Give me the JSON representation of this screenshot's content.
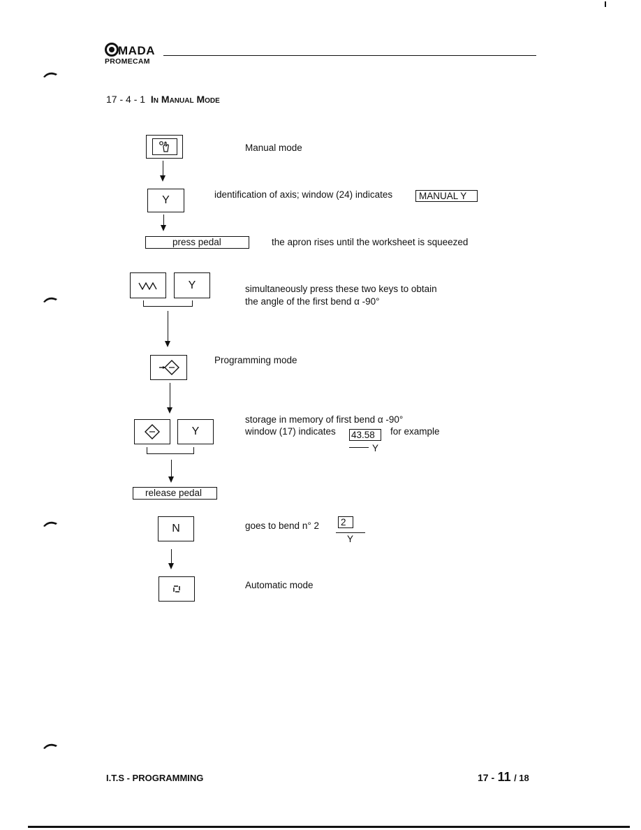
{
  "header": {
    "brand": "MADA",
    "subbrand": "PROMECAM",
    "logo_icon": "amada-circle-logo"
  },
  "section": {
    "number": "17 - 4 - 1",
    "title": "In Manual Mode"
  },
  "steps": {
    "manual_key_icon": "hand-icon",
    "manual_desc": "Manual mode",
    "y_key": "Y",
    "axis_desc": "identification of axis; window (24) indicates",
    "axis_window": "MANUAL Y",
    "press_pedal": "press pedal",
    "press_desc": "the apron rises until the worksheet is squeezed",
    "angle_key_icon": "zigzag-icon",
    "simul_desc_line1": "simultaneously press these two keys to obtain",
    "simul_desc_line2": "the angle of the first bend α -90°",
    "prog_key_icon": "diamond-arrow-icon",
    "prog_desc": "Programming mode",
    "store_key_icon": "diamond-icon",
    "store_desc_line1": "storage in memory of first bend α -90°",
    "store_desc_line2": "window (17) indicates",
    "store_window": "43.58",
    "store_desc_suffix": "for example",
    "store_axis": "Y",
    "release_pedal": "release pedal",
    "n_key": "N",
    "bend_desc": "goes to bend n° 2",
    "bend_window": "2",
    "bend_axis": "Y",
    "auto_key_icon": "cycle-icon",
    "auto_desc": "Automatic mode"
  },
  "footer": {
    "left": "I.T.S - PROGRAMMING",
    "page_prefix": "17 -",
    "page_main": "11",
    "page_total": "/ 18"
  }
}
